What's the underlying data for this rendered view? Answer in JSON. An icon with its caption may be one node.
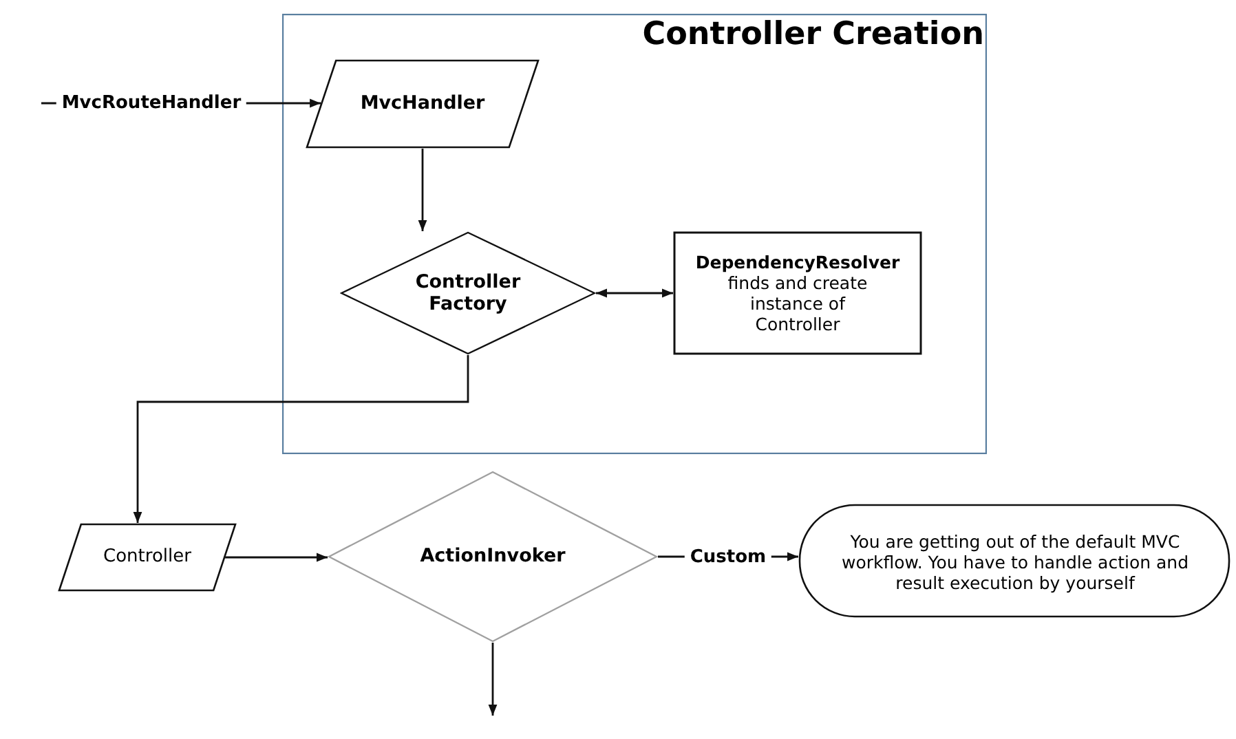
{
  "diagram": {
    "nodes": [
      {
        "text": [
          "Controller Creation"
        ]
      },
      {
        "text": [
          "MvcHandler"
        ],
        "in": 0
      },
      {
        "text": [
          "Controller Factory"
        ],
        "in": 0
      },
      {
        "text": [
          "DependencyResolver",
          "finds and create instance of Controller"
        ],
        "in": 0
      },
      {
        "text": [
          "Controller"
        ]
      },
      {
        "text": [
          "ActionInvoker"
        ]
      },
      {
        "text": [
          "You are getting out of the default  MVC workflow. You have to handle action and result execution by yourself"
        ]
      }
    ],
    "edges": [
      {
        "from": null,
        "to": 1,
        "arrow": "to",
        "label": "MvcRouteHandler"
      },
      {
        "from": 1,
        "to": 2,
        "arrow": "to"
      },
      {
        "from": 2,
        "to": 3,
        "arrow": "both"
      },
      {
        "from": 2,
        "to": 4,
        "arrow": "to"
      },
      {
        "from": 4,
        "to": 5,
        "arrow": "to"
      },
      {
        "from": 5,
        "to": 6,
        "arrow": "to",
        "label": "Custom"
      },
      {
        "from": 5,
        "to": null,
        "arrow": "to"
      }
    ]
  }
}
